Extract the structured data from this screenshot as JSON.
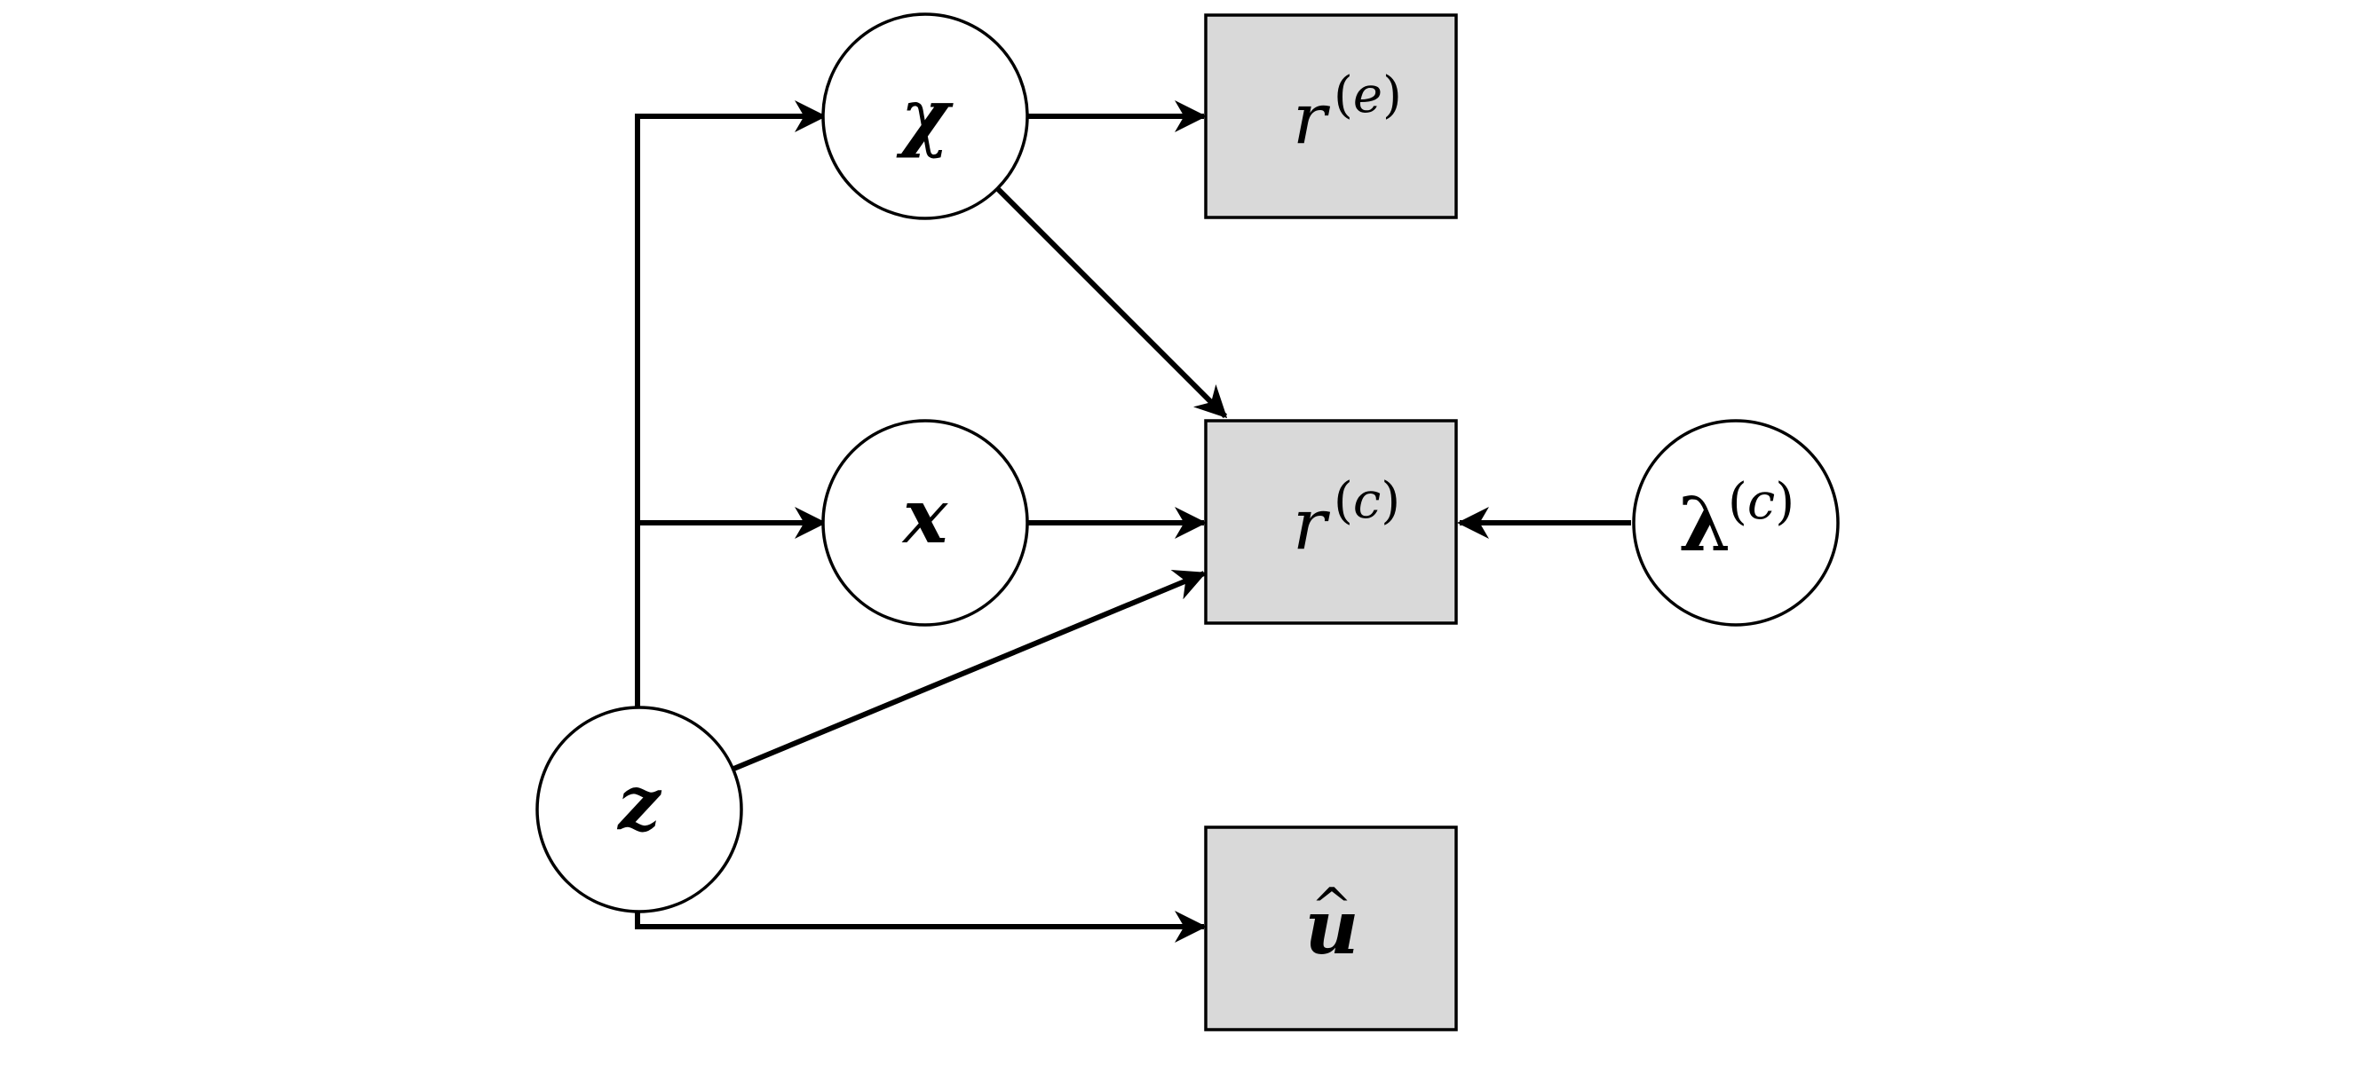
{
  "colors": {
    "box_fill": "#d9d9d9",
    "stroke": "#000000",
    "background": "#ffffff"
  },
  "nodes": {
    "chi": {
      "symbol": "χ",
      "shape": "circle"
    },
    "x": {
      "symbol": "x",
      "shape": "circle"
    },
    "z": {
      "symbol": "z",
      "shape": "circle"
    },
    "lambda_c": {
      "symbol": "λ",
      "superscript": "c",
      "shape": "circle"
    },
    "r_e": {
      "symbol": "r",
      "superscript": "e",
      "shape": "box"
    },
    "r_c": {
      "symbol": "r",
      "superscript": "c",
      "shape": "box"
    },
    "u_hat": {
      "symbol": "u",
      "accent": "^",
      "shape": "box"
    }
  },
  "edges": [
    {
      "from": "z",
      "to": "chi"
    },
    {
      "from": "z",
      "to": "x"
    },
    {
      "from": "z",
      "to": "r_c"
    },
    {
      "from": "z",
      "to": "u_hat"
    },
    {
      "from": "chi",
      "to": "r_e"
    },
    {
      "from": "chi",
      "to": "r_c"
    },
    {
      "from": "x",
      "to": "r_c"
    },
    {
      "from": "lambda_c",
      "to": "r_c"
    }
  ]
}
